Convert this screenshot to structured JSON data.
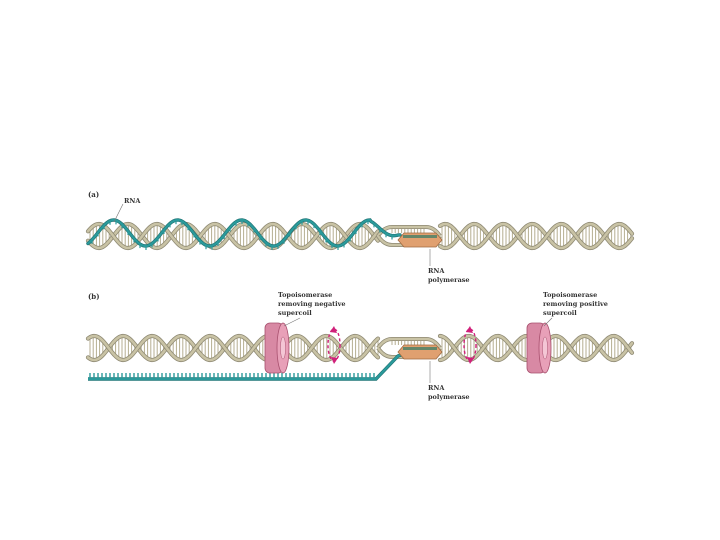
{
  "panels": [
    {
      "letter": "(a)",
      "labels": {
        "rna": "RNA",
        "polymerase_line1": "RNA",
        "polymerase_line2": "polymerase"
      }
    },
    {
      "letter": "(b)",
      "labels": {
        "topo_neg_line1": "Topoisomerase",
        "topo_neg_line2": "removing negative",
        "topo_neg_line3": "supercoil",
        "topo_pos_line1": "Topoisomerase",
        "topo_pos_line2": "removing positive",
        "topo_pos_line3": "supercoil",
        "polymerase_line1": "RNA",
        "polymerase_line2": "polymerase"
      }
    }
  ],
  "colors": {
    "dna_strand": "#c9c3a5",
    "dna_strand_shade": "#8f8a74",
    "rna_strand": "#2a9a9b",
    "polymerase": "#e0a070",
    "topoisomerase": "#e8a0b8",
    "twist_arrow": "#d0207a",
    "leader_line": "#777777"
  },
  "icons": [
    "dna-helix",
    "rna-strand",
    "rna-polymerase-shape",
    "topoisomerase-ring-shape",
    "rotation-arrow-icon"
  ]
}
